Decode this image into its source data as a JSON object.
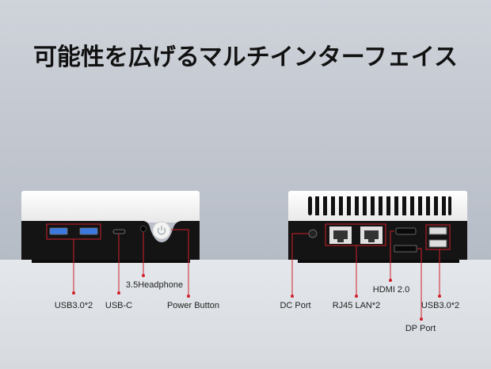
{
  "title": "可能性を広げるマルチインターフェイス",
  "colors": {
    "accent": "#d0202a",
    "body": "#141414",
    "top": "#f5f5f5"
  },
  "front": {
    "labels": {
      "usb3": "USB3.0*2",
      "usbc": "USB-C",
      "headphone": "3.5Headphone",
      "power": "Power Button"
    }
  },
  "rear": {
    "labels": {
      "dc": "DC Port",
      "lan": "RJ45 LAN*2",
      "hdmi": "HDMI 2.0",
      "dp": "DP Port",
      "usb3": "USB3.0*2"
    }
  }
}
